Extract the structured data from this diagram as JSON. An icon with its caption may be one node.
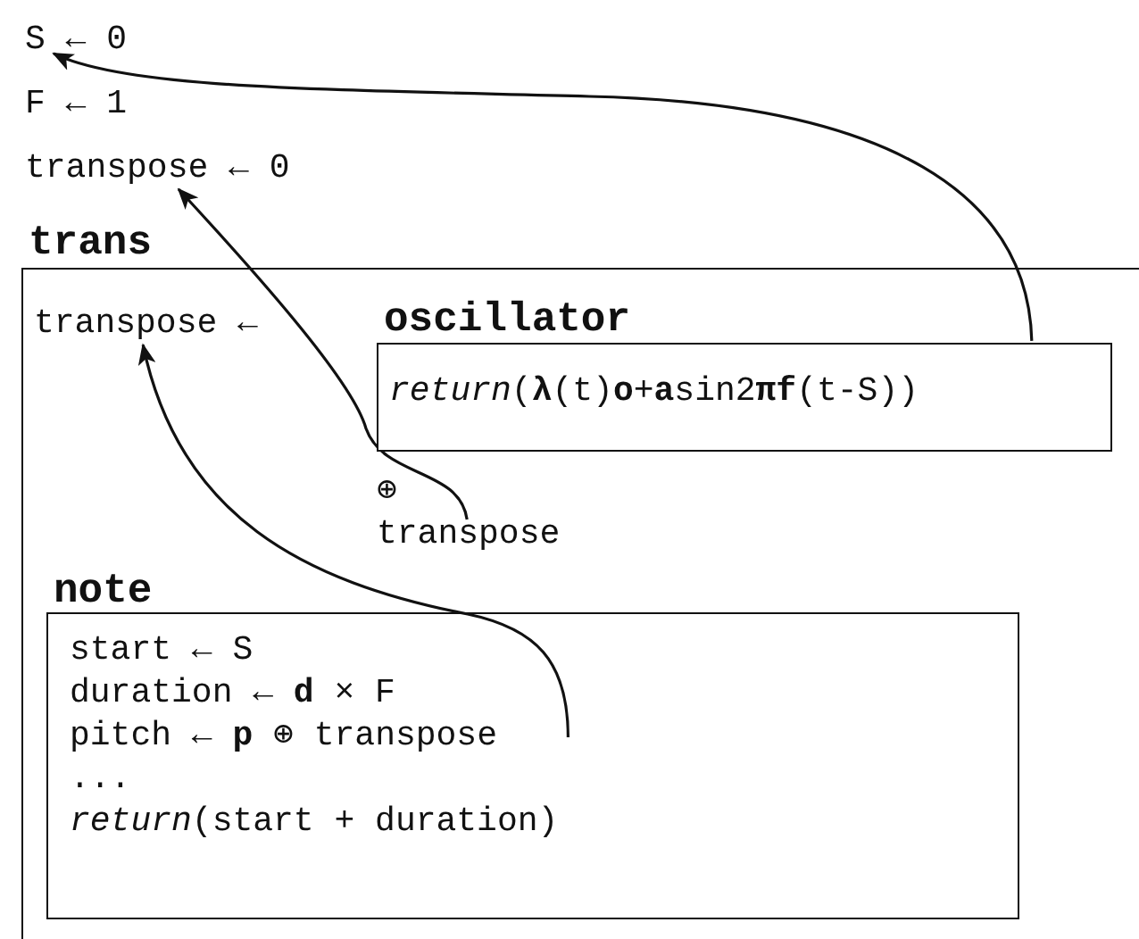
{
  "diagram": {
    "nodes": [
      {
        "text": [
          "S ← 0"
        ]
      },
      {
        "text": [
          "F ← 1"
        ]
      },
      {
        "text": [
          "transpose ← 0"
        ]
      },
      {
        "text": [
          "trans"
        ]
      },
      {
        "text": [
          "transpose ←"
        ],
        "in": 3
      },
      {
        "text": [
          "oscillator",
          "*return*(**λ**(t)**o**+**a**sin2**πf**(t-S))"
        ],
        "in": 3
      },
      {
        "text": [
          "⊕ transpose"
        ],
        "in": 3
      },
      {
        "text": [
          "note",
          "start ← S",
          "duration ← **d** × F",
          "pitch ← **p** ⊕ transpose",
          "...",
          "*return*(start + duration)"
        ],
        "in": 3
      }
    ],
    "edges": [
      {
        "from": 5,
        "to": 0,
        "arrow": "to"
      },
      {
        "from": 6,
        "to": 2,
        "arrow": "to"
      },
      {
        "from": 7,
        "to": 4,
        "arrow": "to"
      }
    ]
  }
}
